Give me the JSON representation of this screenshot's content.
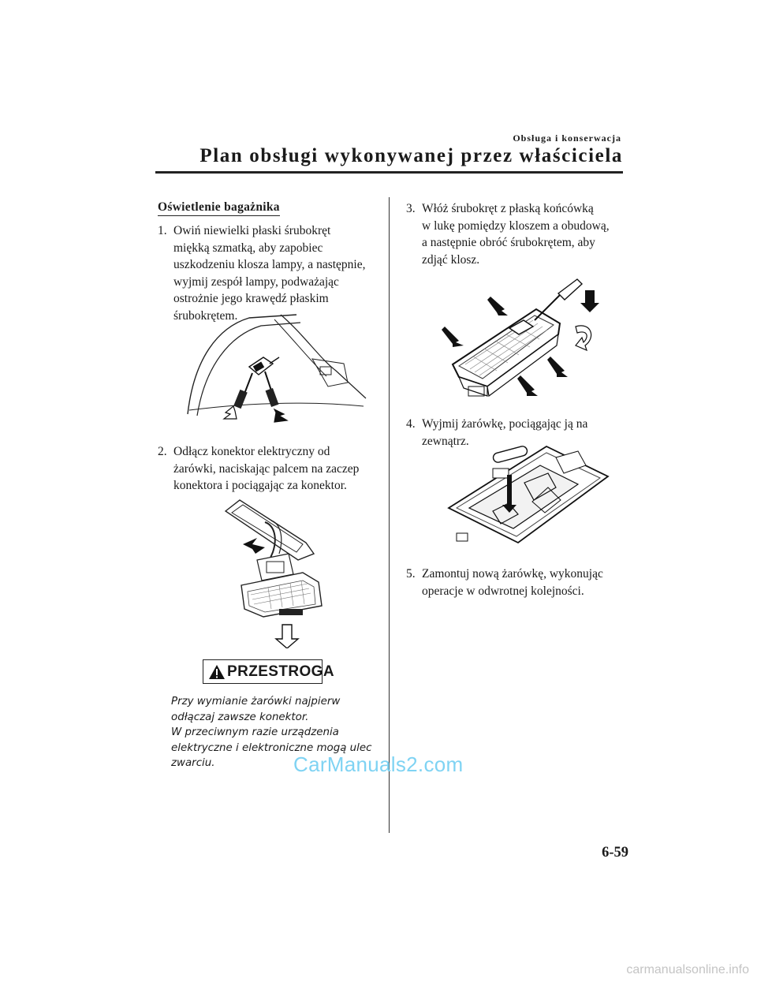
{
  "header": {
    "section": "Obsługa i konserwacja",
    "title": "Plan obsługi wykonywanej przez właściciela"
  },
  "section_heading": "Oświetlenie bagażnika",
  "steps": [
    {
      "num": "1.",
      "text": "Owiń niewielki płaski śrubokręt\nmiękką szmatką, aby zapobiec\nuszkodzeniu klosza lampy, a następnie,\nwyjmij zespół lampy, podważając\nostrożnie jego krawędź płaskim\nśrubokrętem."
    },
    {
      "num": "2.",
      "text": "Odłącz konektor elektryczny od\nżarówki, naciskając palcem na zaczep\nkonektora i pociągając za konektor."
    },
    {
      "num": "3.",
      "text": "Włóż śrubokręt z płaską końcówką\nw lukę pomiędzy kloszem a obudową,\na następnie obróć śrubokrętem, aby\nzdjąć klosz."
    },
    {
      "num": "4.",
      "text": "Wyjmij żarówkę, pociągając ją na\nzewnątrz."
    },
    {
      "num": "5.",
      "text": "Zamontuj nową żarówkę, wykonując\noperacje w odwrotnej kolejności."
    }
  ],
  "caution": {
    "label": "PRZESTROGA",
    "text": "Przy wymianie żarówki najpierw\nodłączaj zawsze konektor.\nW przeciwnym razie urządzenia\nelektryczne i elektroniczne mogą ulec\nzwarciu."
  },
  "page_number": "6-59",
  "watermark": "CarManuals2.com",
  "footer_watermark": "carmanualsonline.info",
  "icons": {
    "warning": "warning-triangle-icon",
    "arrows": "arrow-icon"
  }
}
